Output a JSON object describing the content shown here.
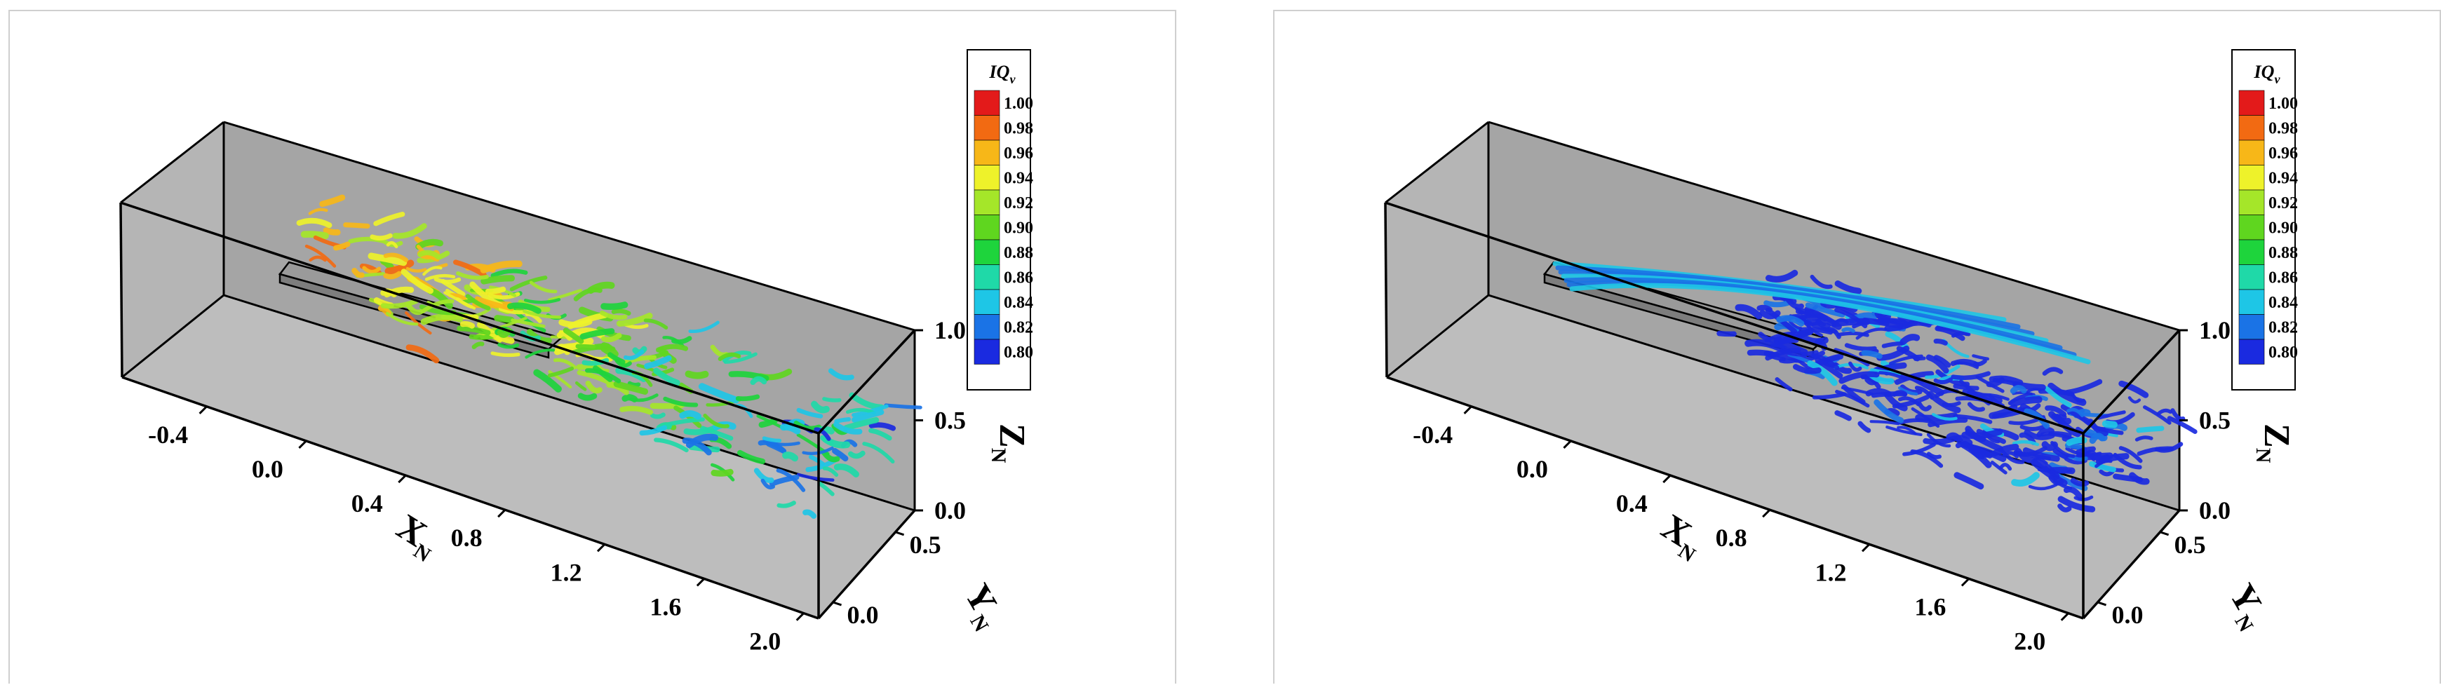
{
  "colors": {
    "box_back": "#a5a5a5",
    "box_side": "#b5b5b5",
    "box_floor": "#bdbdbd",
    "edge": "#000000"
  },
  "colorbar": {
    "title_main": "IQ",
    "title_sub": "v",
    "levels": [
      {
        "label": "1.00",
        "color": "#e31a1a"
      },
      {
        "label": "0.98",
        "color": "#f26a12"
      },
      {
        "label": "0.96",
        "color": "#f7b718"
      },
      {
        "label": "0.94",
        "color": "#eef22a"
      },
      {
        "label": "0.92",
        "color": "#a5e629"
      },
      {
        "label": "0.90",
        "color": "#5fd61f"
      },
      {
        "label": "0.88",
        "color": "#1ed43c"
      },
      {
        "label": "0.86",
        "color": "#1fd9a8"
      },
      {
        "label": "0.84",
        "color": "#1ec6e6"
      },
      {
        "label": "0.82",
        "color": "#1a73e6"
      },
      {
        "label": "0.80",
        "color": "#1a2ae0"
      }
    ]
  },
  "axes": {
    "x_ticks": [
      "-0.4",
      "0.0",
      "0.4",
      "0.8",
      "1.2",
      "1.6",
      "2.0"
    ],
    "y_ticks": [
      "0.0",
      "0.5"
    ],
    "z_ticks": [
      "0.0",
      "0.5",
      "1.0"
    ],
    "x_label": "X",
    "x_label_sub": "N",
    "y_label": "Y",
    "y_label_sub": "N",
    "z_label": "Z",
    "z_label_sub": "N"
  },
  "panels": [
    {
      "id": "left",
      "vortex_scheme": "multicolor"
    },
    {
      "id": "right",
      "vortex_scheme": "blue"
    }
  ]
}
